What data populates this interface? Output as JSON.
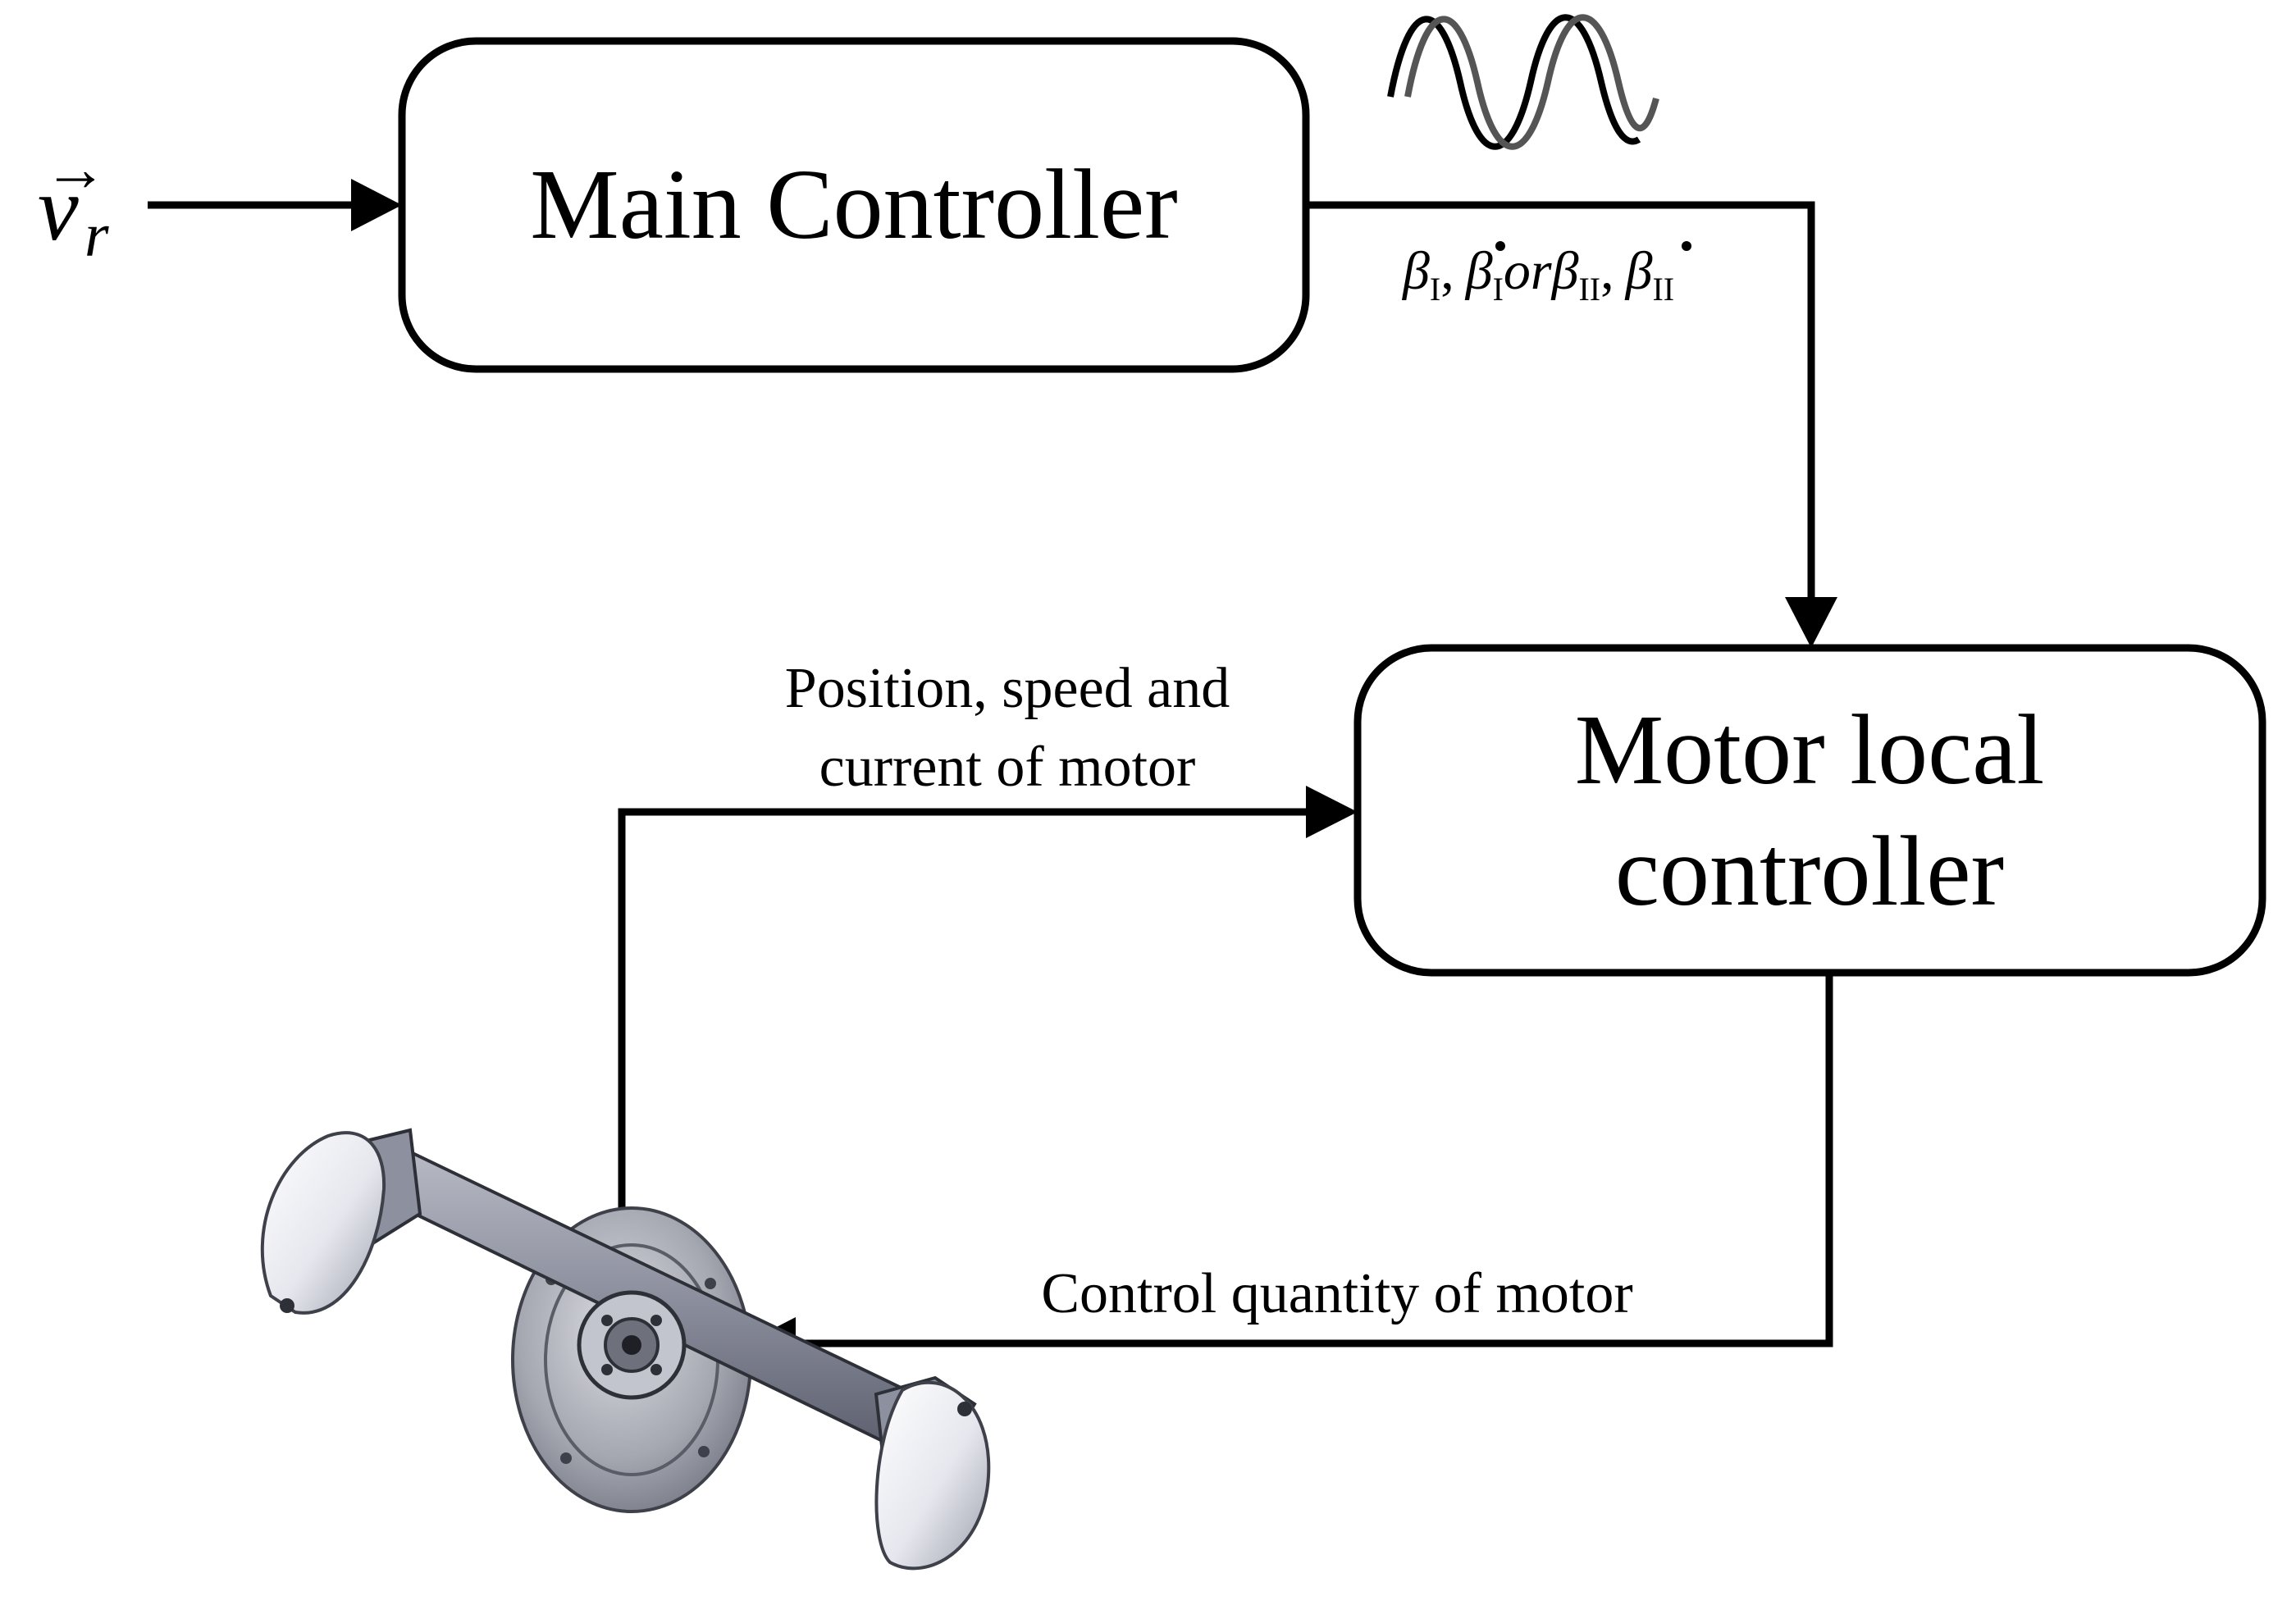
{
  "input": {
    "symbol_base": "v",
    "symbol_subscript": "r",
    "symbol_accent": "→"
  },
  "blocks": {
    "main_controller": {
      "label": "Main Controller"
    },
    "motor_local_controller": {
      "label_line1": "Motor local",
      "label_line2": "controller"
    }
  },
  "signals": {
    "command_signal": {
      "beta": "β",
      "sub_one": "I",
      "sub_two": "II",
      "separator": ",",
      "connector": "or"
    },
    "feedback_line1": "Position, speed and",
    "feedback_line2": "current of motor",
    "control_output": "Control quantity of motor"
  },
  "icons": [
    "sine-wave-icon",
    "motor-leg-assembly-icon"
  ]
}
